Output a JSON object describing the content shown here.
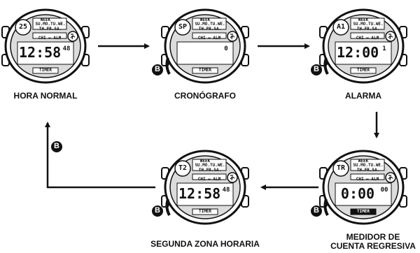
{
  "watch_text": {
    "week": "WEEK",
    "days_line1": "SU.MO.TU.WE.",
    "days_line2": "TH.FR.SA.",
    "chi_alm": "CHI — ALM",
    "timer": "TIMER"
  },
  "button_label": "B",
  "modes": [
    {
      "caption": "HORA NORMAL",
      "mode_code": "25",
      "time": "12:58",
      "sub": "48"
    },
    {
      "caption": "CRONÓGRAFO",
      "mode_code": "SP",
      "time": "",
      "sub": "0"
    },
    {
      "caption": "ALARMA",
      "mode_code": "A1",
      "time": "12:00",
      "sub": "1"
    },
    {
      "caption": "MEDIDOR DE\nCUENTA REGRESIVA",
      "caption_line1": "MEDIDOR DE",
      "caption_line2": "CUENTA REGRESIVA",
      "mode_code": "TR",
      "time": "0:00",
      "sub": "00"
    },
    {
      "caption": "SEGUNDA ZONA HORARIA",
      "mode_code": "T2",
      "time": "12:58",
      "sub": "48"
    }
  ]
}
